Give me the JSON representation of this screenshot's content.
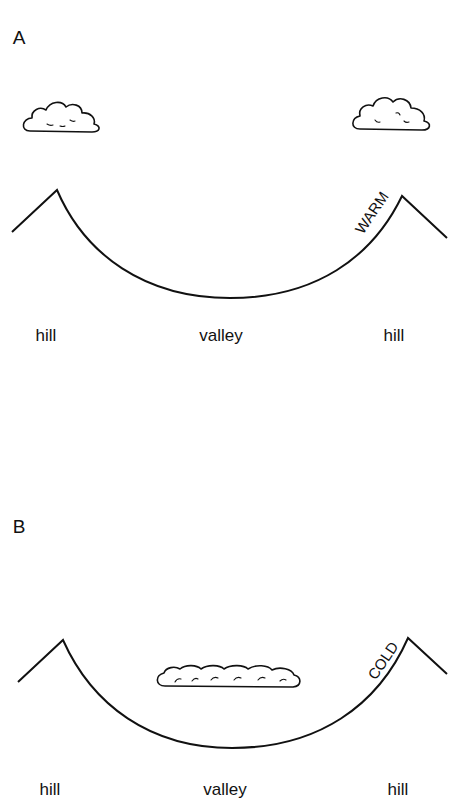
{
  "diagram": {
    "labels": [
      "A",
      "WARM",
      "hill",
      "valley",
      "hill",
      "B",
      "COLD",
      "hill",
      "valley",
      "hill"
    ]
  }
}
